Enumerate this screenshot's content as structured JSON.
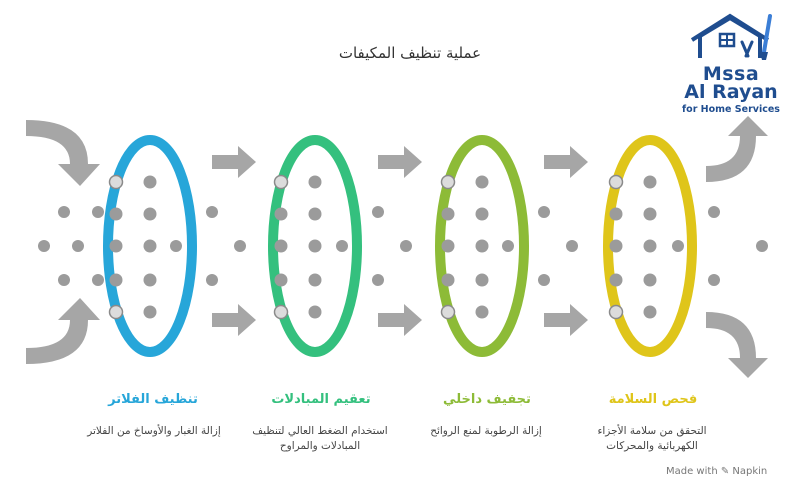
{
  "title": "عملية تنظيف المكيفات",
  "logo": {
    "line1": "Mssa",
    "line2": "Al Rayan",
    "line3": "for Home Services"
  },
  "steps": [
    {
      "title": "تنظيف الفلاتر",
      "description": "إزالة الغبار والأوساخ من الفلاتر",
      "color": "#27a6d9"
    },
    {
      "title": "تعقيم المبادلات",
      "description": "استخدام الضغط العالي لتنظيف المبادلات والمراوح",
      "color": "#34c07e"
    },
    {
      "title": "تجفيف داخلي",
      "description": "إزالة الرطوبة لمنع الروائح",
      "color": "#8dbb37"
    },
    {
      "title": "فحص السلامة",
      "description": "التحقق من سلامة الأجزاء الكهربائية والمحركات",
      "color": "#dfc51a"
    }
  ],
  "colors": {
    "arrow": "#a6a6a6",
    "dot": "#9b9b9b",
    "dot_outline": "#8a8a8a"
  },
  "footer": "Made with ✎ Napkin"
}
